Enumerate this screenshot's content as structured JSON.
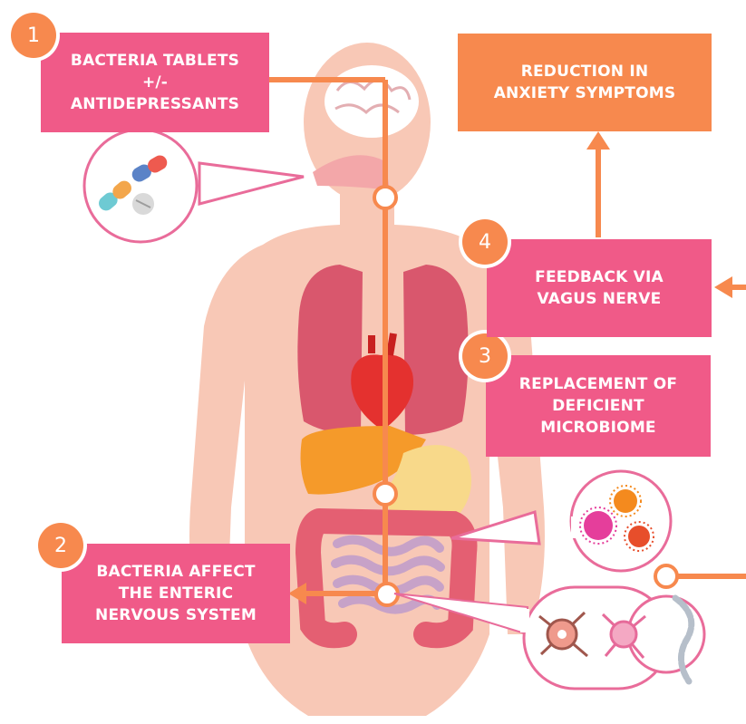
{
  "steps": [
    {
      "number": "1",
      "label": "BACTERIA TABLETS\n+/-\nANTIDEPRESSANTS"
    },
    {
      "number": "2",
      "label": "BACTERIA AFFECT\nTHE ENTERIC\nNERVOUS SYSTEM"
    },
    {
      "number": "3",
      "label": "REPLACEMENT OF\nDEFICIENT\nMICROBIOME"
    },
    {
      "number": "4",
      "label": "FEEDBACK VIA\nVAGUS NERVE"
    }
  ],
  "outcome": {
    "label": "REDUCTION IN\nANXIETY SYMPTOMS"
  },
  "colors": {
    "pink_box": "#f05a88",
    "orange_accent": "#f7894e",
    "skin": "#f7c3b0",
    "lungs": "#d9576d",
    "liver": "#f59a2a",
    "stomach": "#f8d98a",
    "intestine": "#e45f72"
  }
}
